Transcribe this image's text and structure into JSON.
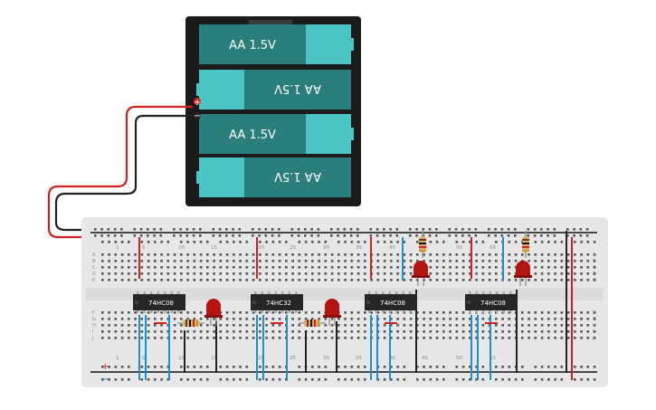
{
  "battery_pack": {
    "cells": [
      {
        "label": "AA 1.5V",
        "flipped": false
      },
      {
        "label": "AA 1.5V",
        "flipped": true
      },
      {
        "label": "AA 1.5V",
        "flipped": false
      },
      {
        "label": "AA 1.5V",
        "flipped": true
      }
    ],
    "plus_symbol": "+",
    "minus_symbol": "−"
  },
  "breadboard": {
    "column_numbers": [
      "1",
      "5",
      "10",
      "15",
      "20",
      "25",
      "30",
      "35",
      "40",
      "45",
      "50",
      "55"
    ],
    "row_letters_top": [
      "A",
      "B",
      "C",
      "D",
      "E"
    ],
    "row_letters_bottom": [
      "F",
      "G",
      "H",
      "I",
      "J"
    ],
    "rail_plus": "+",
    "rail_minus": "−"
  },
  "chips": [
    {
      "label": "74HC08"
    },
    {
      "label": "74HC32"
    },
    {
      "label": "74HC08"
    },
    {
      "label": "74HC08"
    }
  ],
  "colors": {
    "battery_body": "#1b1b1b",
    "cell_dark": "#2a7f7c",
    "cell_light": "#4cc4c5",
    "wire_red": "#d62020",
    "wire_black": "#222222",
    "wire_blue": "#1f8ecf",
    "board": "#e7e7e7",
    "hole": "#555555",
    "led": "#b31414",
    "chip": "#262626"
  }
}
